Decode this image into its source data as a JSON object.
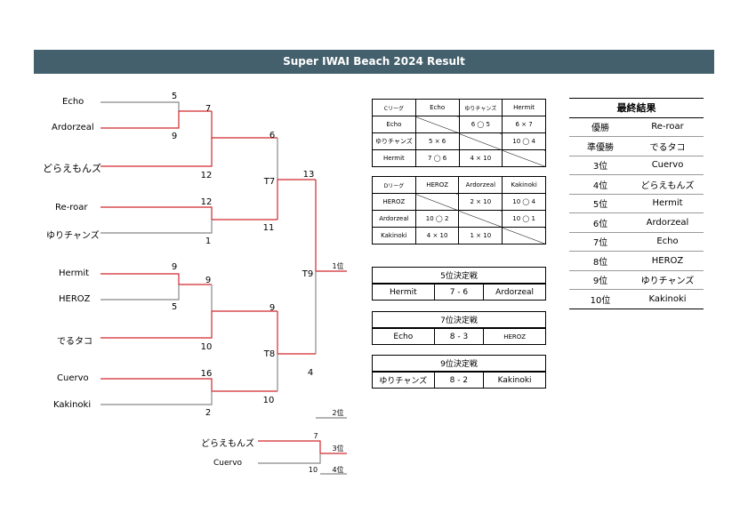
{
  "title": "Super IWAI Beach 2024 Result",
  "bracket": {
    "teams": [
      "Echo",
      "Ardorzeal",
      "どらえもんズ",
      "Re-roar",
      "ゆりチャンズ",
      "Hermit",
      "HEROZ",
      "でるタコ",
      "Cuervo",
      "Kakinoki"
    ],
    "scores": {
      "echo": "5",
      "ardorzeal": "9",
      "m1_win": "7",
      "doraemonz": "12",
      "reroar": "12",
      "yuri": "1",
      "t7_top": "6",
      "t7_bot": "11",
      "hermit": "9",
      "heroz": "5",
      "m2_win": "9",
      "deru": "10",
      "cuervo": "16",
      "kakinoki": "2",
      "t8_top": "9",
      "t8_bot": "10",
      "t9_top": "13",
      "t9_bot": "4"
    },
    "match_labels": {
      "t7": "T7",
      "t8": "T8",
      "t9": "T9"
    },
    "place_labels": {
      "first": "1位",
      "second": "2位",
      "third": "3位",
      "fourth": "4位"
    },
    "third_place": {
      "team1": "どらえもんズ",
      "score1": "7",
      "team2": "Cuervo",
      "score2": "10"
    }
  },
  "league_c": {
    "header": [
      "Cリーグ",
      "Echo",
      "ゆりチャンズ",
      "Hermit"
    ],
    "rows": [
      [
        "Echo",
        "",
        "6 ◯ 5",
        "6 × 7"
      ],
      [
        "ゆりチャンズ",
        "5 × 6",
        "",
        "10 ◯ 4"
      ],
      [
        "Hermit",
        "7 ◯ 6",
        "4 × 10",
        ""
      ]
    ]
  },
  "league_d": {
    "header": [
      "Dリーグ",
      "HEROZ",
      "Ardorzeal",
      "Kakinoki"
    ],
    "rows": [
      [
        "HEROZ",
        "",
        "2 × 10",
        "10 ◯ 4"
      ],
      [
        "Ardorzeal",
        "10 ◯ 2",
        "",
        "10 ◯ 1"
      ],
      [
        "Kakinoki",
        "4 × 10",
        "1 × 10",
        ""
      ]
    ]
  },
  "placement_matches": [
    {
      "title": "5位決定戦",
      "team1": "Hermit",
      "score": "7 - 6",
      "team2": "Ardorzeal"
    },
    {
      "title": "7位決定戦",
      "team1": "Echo",
      "score": "8 - 3",
      "team2": "HEROZ"
    },
    {
      "title": "9位決定戦",
      "team1": "ゆりチャンズ",
      "score": "8 - 2",
      "team2": "Kakinoki"
    }
  ],
  "final_results": {
    "title": "最終結果",
    "rows": [
      [
        "優勝",
        "Re-roar"
      ],
      [
        "準優勝",
        "でるタコ"
      ],
      [
        "3位",
        "Cuervo"
      ],
      [
        "4位",
        "どらえもんズ"
      ],
      [
        "5位",
        "Hermit"
      ],
      [
        "6位",
        "Ardorzeal"
      ],
      [
        "7位",
        "Echo"
      ],
      [
        "8位",
        "HEROZ"
      ],
      [
        "9位",
        "ゆりチャンズ"
      ],
      [
        "10位",
        "Kakinoki"
      ]
    ]
  },
  "colors": {
    "winner_line": "#d0282c",
    "loser_line": "#888888",
    "title_bar": "#44606c"
  }
}
